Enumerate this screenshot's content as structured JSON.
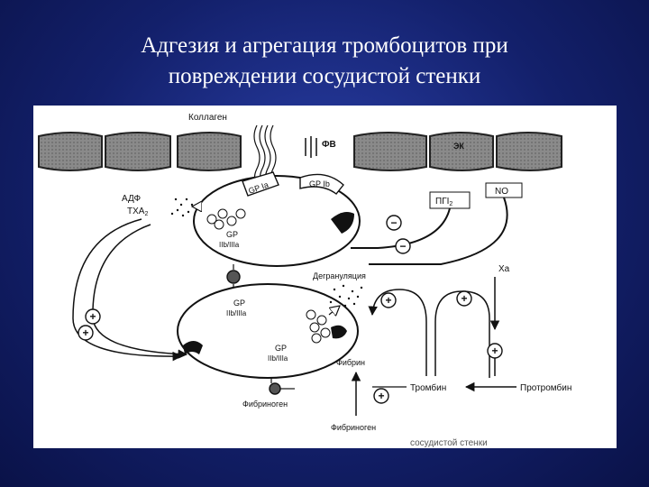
{
  "slide": {
    "title_line1": "Адгезия и агрегация тромбоцитов при",
    "title_line2": "повреждении сосудистой стенки",
    "background_color": "#1a2a8a"
  },
  "diagram": {
    "labels": {
      "collagen": "Коллаген",
      "fv": "ФВ",
      "ek": "ЭК",
      "pgi2": "ПГI",
      "pgi2_sub": "2",
      "no": "NO",
      "adp": "АДФ",
      "txa2": "ТХА",
      "txa2_sub": "2",
      "gp_ia": "GP Ia",
      "gp_ib": "GP Ib",
      "gp1_line1": "GP",
      "gp1_line2": "IIb/IIIa",
      "gp2_line1": "GP",
      "gp2_line2": "IIb/IIIa",
      "gp3_line1": "GP",
      "gp3_line2": "IIb/IIIa",
      "degranulation": "Дегрануляция",
      "xa": "Xa",
      "fibrin": "Фибрин",
      "thrombin": "Тромбин",
      "prothrombin": "Протромбин",
      "fibrinogen1": "Фибриноген",
      "fibrinogen2": "Фибриноген",
      "footer": "сосудистой стенки"
    },
    "signs": {
      "plus": "+",
      "minus": "−"
    }
  }
}
